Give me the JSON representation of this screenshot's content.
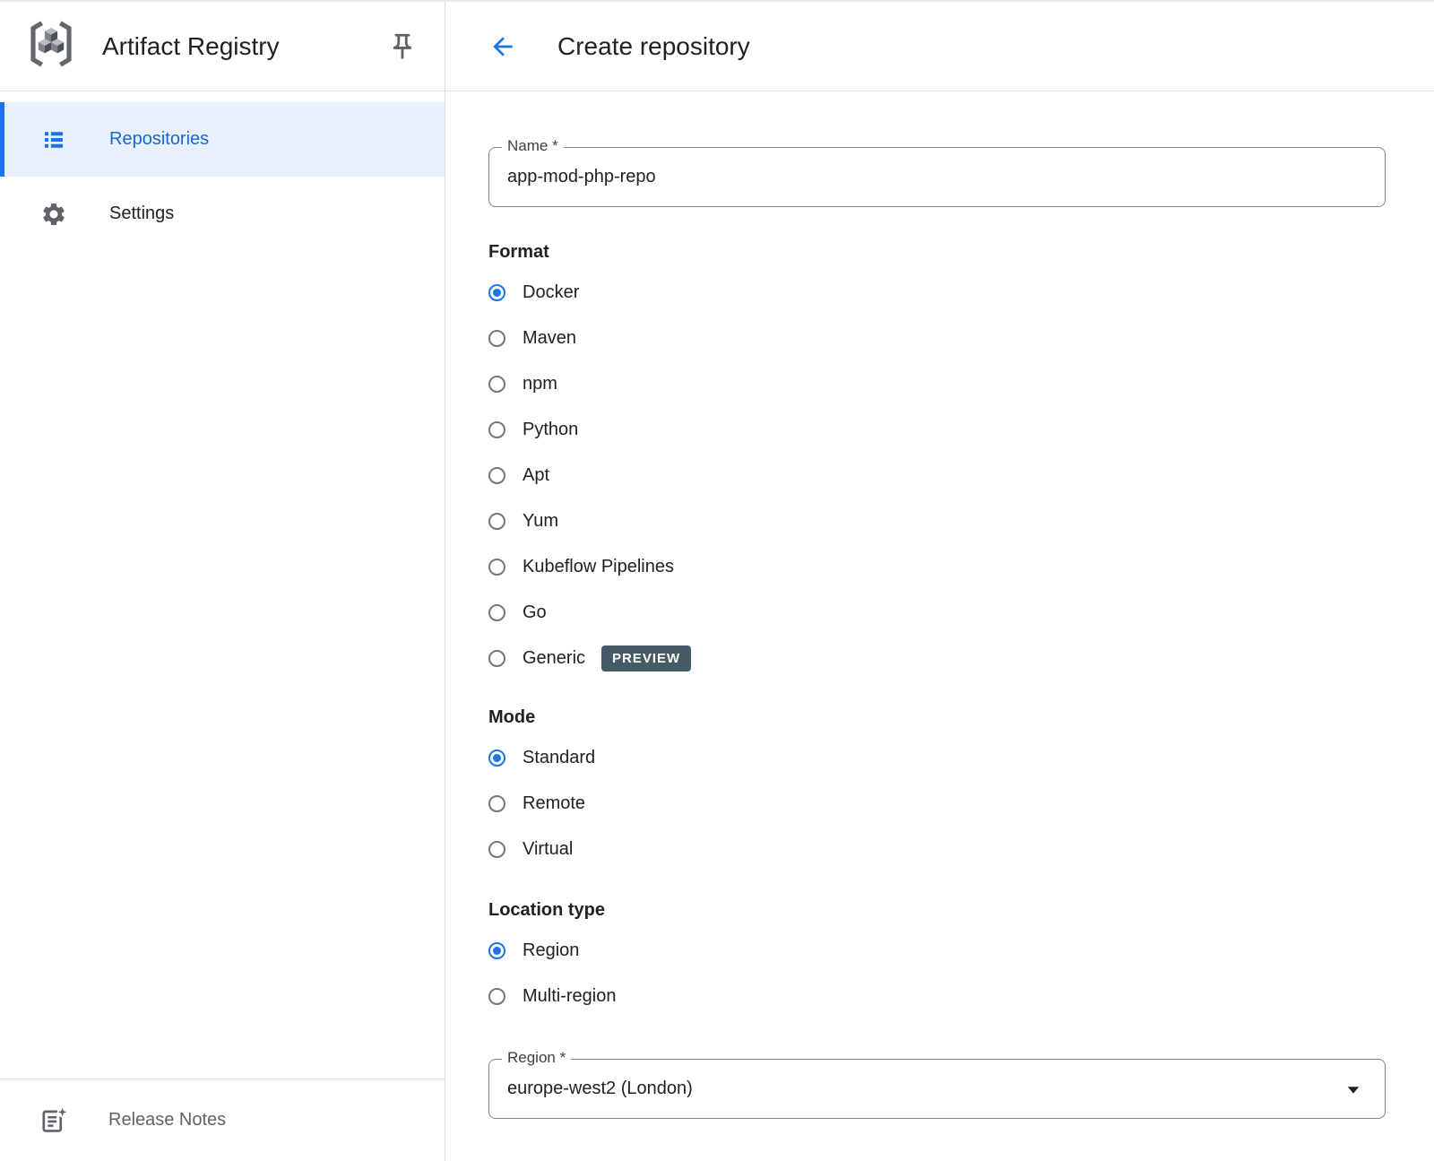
{
  "app": {
    "title": "Artifact Registry"
  },
  "sidebar": {
    "items": [
      {
        "label": "Repositories",
        "selected": true
      },
      {
        "label": "Settings",
        "selected": false
      }
    ],
    "footer_item": {
      "label": "Release Notes"
    }
  },
  "header": {
    "title": "Create repository"
  },
  "form": {
    "name_field": {
      "label": "Name *",
      "value": "app-mod-php-repo"
    },
    "format": {
      "title": "Format",
      "options": [
        {
          "label": "Docker",
          "selected": true
        },
        {
          "label": "Maven",
          "selected": false
        },
        {
          "label": "npm",
          "selected": false
        },
        {
          "label": "Python",
          "selected": false
        },
        {
          "label": "Apt",
          "selected": false
        },
        {
          "label": "Yum",
          "selected": false
        },
        {
          "label": "Kubeflow Pipelines",
          "selected": false
        },
        {
          "label": "Go",
          "selected": false
        },
        {
          "label": "Generic",
          "selected": false,
          "badge": "PREVIEW"
        }
      ]
    },
    "mode": {
      "title": "Mode",
      "options": [
        {
          "label": "Standard",
          "selected": true
        },
        {
          "label": "Remote",
          "selected": false
        },
        {
          "label": "Virtual",
          "selected": false
        }
      ]
    },
    "location_type": {
      "title": "Location type",
      "options": [
        {
          "label": "Region",
          "selected": true
        },
        {
          "label": "Multi-region",
          "selected": false
        }
      ]
    },
    "region_field": {
      "label": "Region *",
      "value": "europe-west2 (London)"
    }
  },
  "icons": {
    "artifact-registry-logo": "hexagon-brackets-with-cubes",
    "pin-icon": "pushpin-outline",
    "repositories-icon": "bulleted-list",
    "settings-icon": "gear",
    "release-notes-icon": "note-with-sparkle",
    "back-arrow-icon": "left-arrow ←",
    "dropdown-caret-icon": "▼",
    "radio-selected-icon": "filled-circle",
    "radio-unselected-icon": "empty-circle"
  },
  "colors": {
    "accent_blue": "#1a73e8",
    "selected_nav_text": "#1967d2",
    "selected_nav_bg": "#e8f0fe",
    "preview_badge_bg": "#455a64",
    "divider": "#e0e0e0",
    "field_border": "#80868b",
    "text_primary": "#202124",
    "text_secondary": "#5f6368"
  }
}
